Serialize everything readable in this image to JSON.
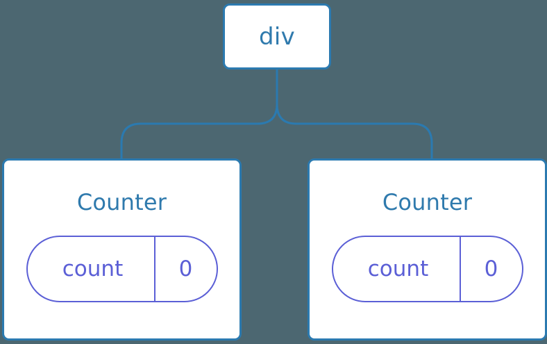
{
  "diagram": {
    "type": "component-tree",
    "background_color": "#4c6771",
    "node_border_color": "#2b7ab0",
    "node_text_color": "#2f7aad",
    "state_pill_color": "#5b5fd6",
    "connector_color": "#2b7ab0",
    "root": {
      "label": "div"
    },
    "children": [
      {
        "label": "Counter",
        "state": {
          "key": "count",
          "value": "0"
        }
      },
      {
        "label": "Counter",
        "state": {
          "key": "count",
          "value": "0"
        }
      }
    ]
  }
}
